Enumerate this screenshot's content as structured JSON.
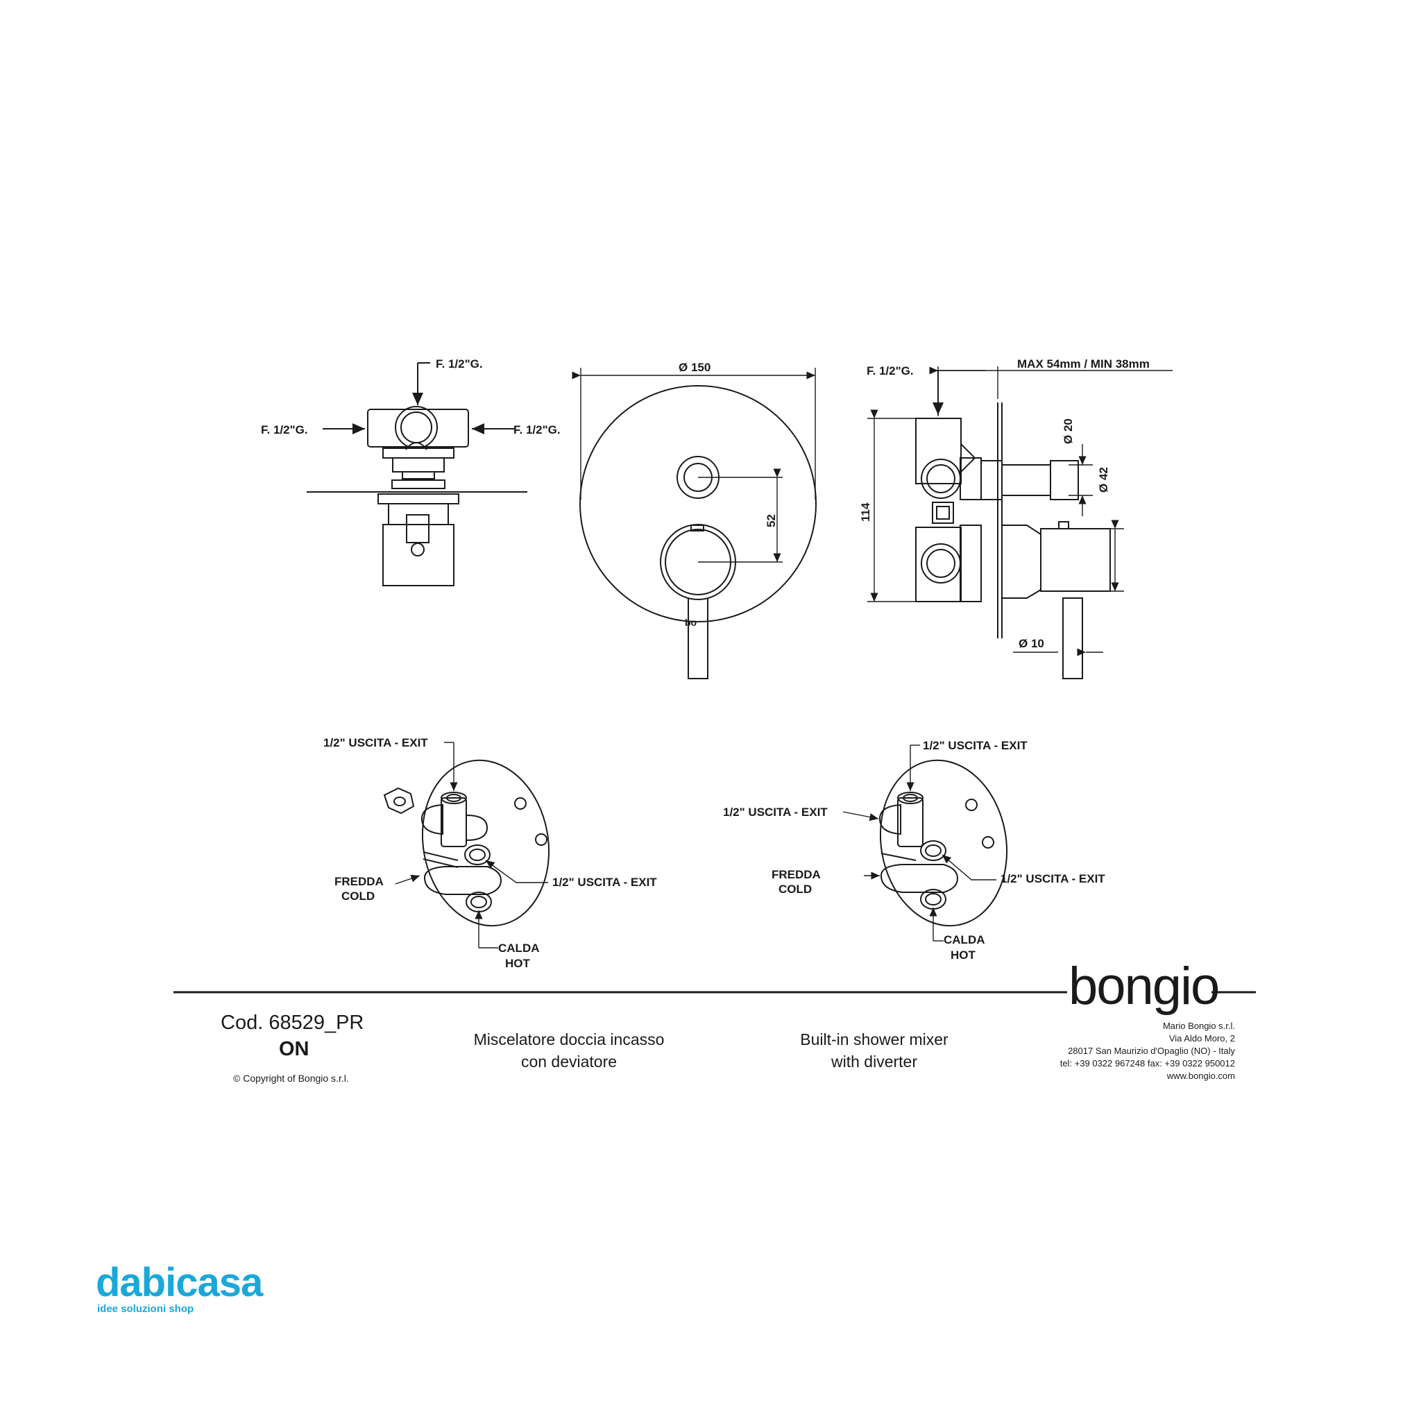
{
  "labels": {
    "top_view_top": "F. 1/2\"G.",
    "top_view_left": "F. 1/2\"G.",
    "top_view_right": "F. 1/2\"G.",
    "front_diameter": "Ø 150",
    "front_offset": "52",
    "side_inlet": "F. 1/2\"G.",
    "side_depth": "MAX 54mm / MIN 38mm",
    "side_height": "114",
    "side_d20": "Ø 20",
    "side_d42": "Ø 42",
    "side_d10": "Ø 10"
  },
  "iso_left": {
    "exit_top": "1/2\" USCITA - EXIT",
    "exit_side": "1/2\" USCITA - EXIT",
    "cold_it": "FREDDA",
    "cold_en": "COLD",
    "hot_it": "CALDA",
    "hot_en": "HOT"
  },
  "iso_right": {
    "exit_top": "1/2\" USCITA - EXIT",
    "exit_left": "1/2\" USCITA - EXIT",
    "exit_right": "1/2\" USCITA - EXIT",
    "cold_it": "FREDDA",
    "cold_en": "COLD",
    "hot_it": "CALDA",
    "hot_en": "HOT"
  },
  "footer": {
    "code": "Cod. 68529_PR",
    "model": "ON",
    "copyright": "© Copyright of Bongio s.r.l.",
    "desc_it_1": "Miscelatore doccia incasso",
    "desc_it_2": "con deviatore",
    "desc_en_1": "Built-in shower mixer",
    "desc_en_2": "with diverter",
    "brand": "bongio",
    "address": [
      "Mario Bongio s.r.l.",
      "Via Aldo Moro, 2",
      "28017 San Maurizio d'Opaglio (NO) - Italy",
      "tel: +39 0322 967248    fax: +39 0322 950012",
      "www.bongio.com"
    ]
  },
  "watermark": {
    "name": "dabicasa",
    "tagline": "idee soluzioni shop",
    "color": "#1ba8d8"
  }
}
